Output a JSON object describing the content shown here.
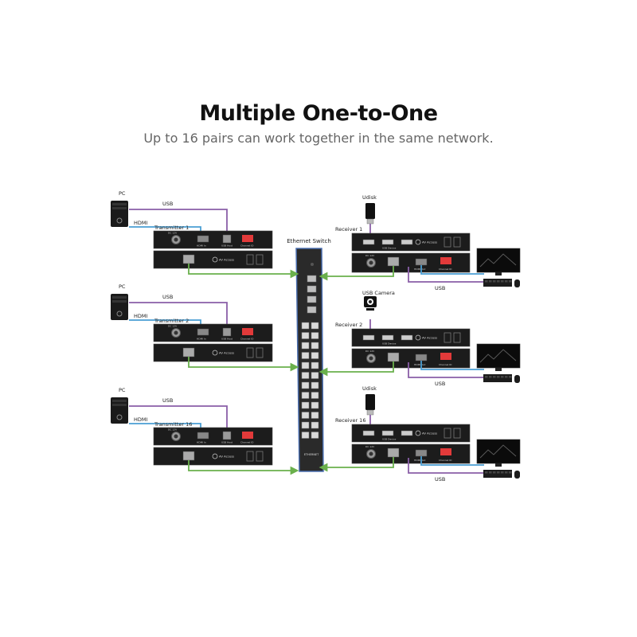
{
  "title": "Multiple One-to-One",
  "subtitle": "Up to 16 pairs can work together in the same network.",
  "switch": {
    "label": "Ethernet Switch",
    "model_label": "ETHERNET"
  },
  "transmitters": [
    {
      "name": "Transmitter 1",
      "pc_label": "PC",
      "usb_label": "USB",
      "hdmi_label": "HDMI"
    },
    {
      "name": "Transmitter 2",
      "pc_label": "PC",
      "usb_label": "USB",
      "hdmi_label": "HDMI"
    },
    {
      "name": "Transmitter 16",
      "pc_label": "PC",
      "usb_label": "USB",
      "hdmi_label": "HDMI"
    }
  ],
  "receivers": [
    {
      "name": "Receiver 1",
      "device_label": "Udisk",
      "device_icon": "usb-stick-icon",
      "usb_label": "USB"
    },
    {
      "name": "Receiver 2",
      "device_label": "USB Camera",
      "device_icon": "webcam-icon",
      "usb_label": "USB"
    },
    {
      "name": "Receiver 16",
      "device_label": "Udisk",
      "device_icon": "usb-stick-icon",
      "usb_label": "USB"
    }
  ],
  "panel_labels": {
    "dc": "DC 12V",
    "hdmi_in": "HDMI In",
    "hdmi_out": "HDMI Out",
    "usb_host": "USB Host",
    "usb_device": "USB Device",
    "channel_id": "Channel ID",
    "brand": "AV Access"
  },
  "colors": {
    "usb_cable": "#8a5fa8",
    "hdmi_cable": "#4a9fd4",
    "ethernet_cable": "#6ab04c",
    "device_body": "#1c1c1c",
    "dip_switch": "#e23a3a"
  }
}
